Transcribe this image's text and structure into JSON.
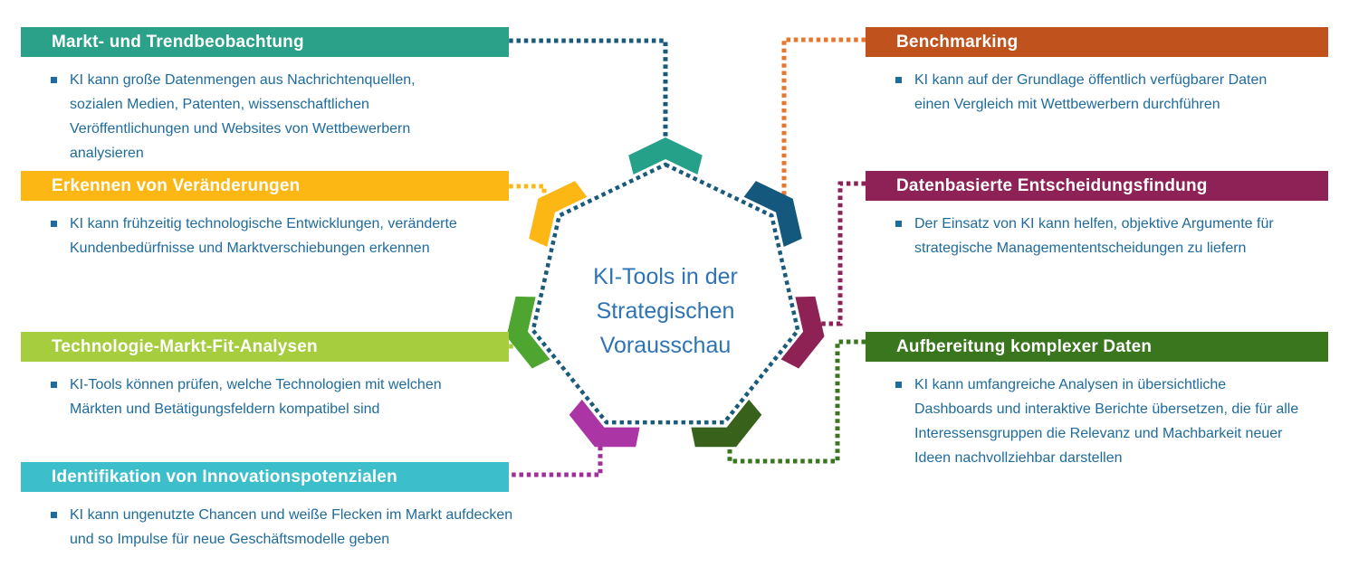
{
  "slide": {
    "background": "#FFFFFF"
  },
  "center_label": {
    "lines": [
      "KI-Tools in der",
      "Strategischen",
      "Vorausschau"
    ],
    "color": "#2E74B5"
  },
  "heptagon": {
    "dot_color": "#1A5B7C"
  },
  "colors": {
    "body_text": "#1E6B9D"
  },
  "items": [
    {
      "id": "markt-und-trendbeobachtung",
      "header": "Markt- und Trendbeobachtung",
      "header_color": "#2AA188",
      "connector_color": "#1A5B7C",
      "bullet_lines": [
        "KI kann große Datenmengen aus Nachrichtenquellen,",
        "sozialen Medien, Patenten, wissenschaftlichen",
        "Veröffentlichungen und Websites von Wettbewerbern",
        "analysieren"
      ]
    },
    {
      "id": "erkennen-von-veraenderungen",
      "header": "Erkennen von Veränderungen",
      "header_color": "#FDB714",
      "connector_color": "#FDB813",
      "bullet_lines": [
        "KI kann frühzeitig technologische Entwicklungen, veränderte",
        "Kundenbedürfnisse und Marktverschiebungen erkennen"
      ]
    },
    {
      "id": "technologie-markt-fit-analysen",
      "header": "Technologie-Markt-Fit-Analysen",
      "header_color": "#A5CD3D",
      "connector_color": "#A5CD3D",
      "bullet_lines": [
        "KI-Tools können prüfen, welche Technologien mit welchen",
        "Märkten und Betätigungsfeldern kompatibel sind"
      ]
    },
    {
      "id": "identifikation-von-innovationspotenzialen",
      "header": "Identifikation von Innovationspotenzialen",
      "header_color": "#3DBECB",
      "connector_color": "#A02D99",
      "bullet_lines": [
        "KI kann ungenutzte Chancen und weiße Flecken im Markt aufdecken",
        "und so Impulse für neue Geschäftsmodelle geben"
      ]
    },
    {
      "id": "benchmarking",
      "header": "Benchmarking",
      "header_color": "#C0521E",
      "connector_color": "#E8762B",
      "bullet_lines": [
        "KI kann auf der Grundlage öffentlich verfügbarer Daten",
        "einen Vergleich mit Wettbewerbern durchführen"
      ]
    },
    {
      "id": "datenbasierte-entscheidungsfindung",
      "header": "Datenbasierte Entscheidungsfindung",
      "header_color": "#8E2257",
      "connector_color": "#8E2257",
      "bullet_lines": [
        "Der Einsatz von KI kann helfen, objektive Argumente für",
        "strategische Managemententscheidungen zu liefern"
      ]
    },
    {
      "id": "aufbereitung-komplexer-daten",
      "header": "Aufbereitung komplexer Daten",
      "header_color": "#3A761E",
      "connector_color": "#3A761E",
      "bullet_lines": [
        "KI kann umfangreiche Analysen in übersichtliche",
        "Dashboards und interaktive Berichte übersetzen, die für alle",
        "Interessensgruppen die Relevanz und Machbarkeit neuer",
        "Ideen nachvollziehbar darstellen"
      ]
    }
  ],
  "chevrons": [
    {
      "name": "chevron-top",
      "color": "#26A189"
    },
    {
      "name": "chevron-top-right",
      "color": "#15587E"
    },
    {
      "name": "chevron-right",
      "color": "#8E2255"
    },
    {
      "name": "chevron-bottom-right",
      "color": "#38611C"
    },
    {
      "name": "chevron-bottom-left",
      "color": "#AB35A4"
    },
    {
      "name": "chevron-left",
      "color": "#4EA52F"
    },
    {
      "name": "chevron-top-left",
      "color": "#FDB714"
    }
  ]
}
